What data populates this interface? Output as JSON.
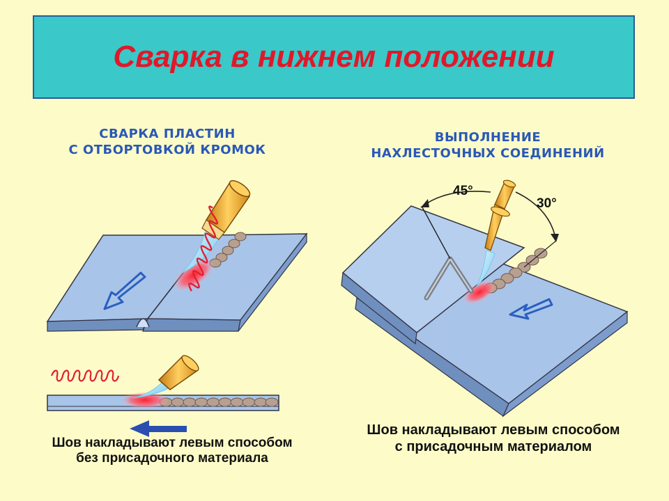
{
  "header": {
    "title": "Сварка в нижнем положении"
  },
  "left_panel": {
    "heading_line1": "Сварка пластин",
    "heading_line2": "с отбортовкой кромок",
    "caption_line1": "Шов накладывают левым способом",
    "caption_line2": "без присадочного материала"
  },
  "right_panel": {
    "heading_line1": "Выполнение",
    "heading_line2": "нахлесточных соединений",
    "angle_torch": "45°",
    "angle_rod": "30°",
    "caption_line1": "Шов накладывают левым способом",
    "caption_line2": "с присадочным материалом"
  },
  "colors": {
    "background": "#fdfcc8",
    "title_bg": "#3ac8c8",
    "title_text": "#e0182a",
    "heading_text": "#2a58b8",
    "plate": "#a8c4e8",
    "arrow": "#2a5fc0",
    "flame": "#ff2030",
    "torch": "#f0a020"
  }
}
